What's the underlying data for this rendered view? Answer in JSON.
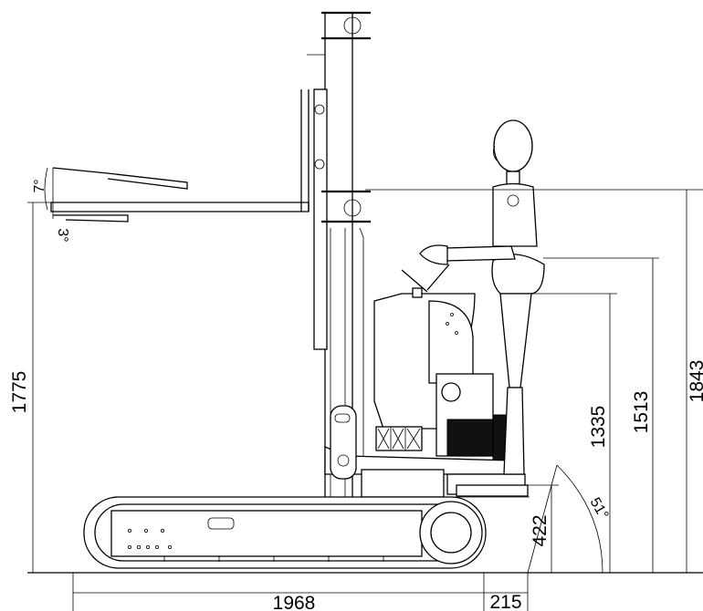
{
  "dimensions": {
    "fork_height": "1775",
    "total_height": "1843",
    "handle_height": "1513",
    "guard_height": "1335",
    "platform_height": "422",
    "length": "1968",
    "platform_extension": "215"
  },
  "angles": {
    "tilt_up": "7°",
    "tilt_down": "3°",
    "approach": "51°"
  }
}
